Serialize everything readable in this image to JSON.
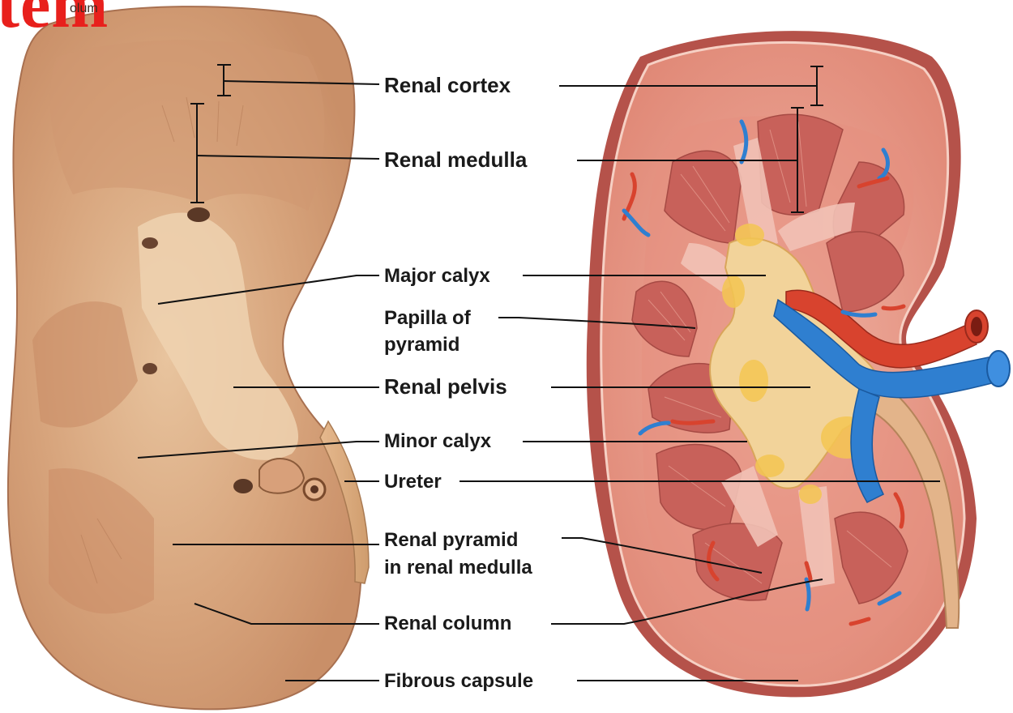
{
  "header": {
    "title_fragment": "tem",
    "cut_text_fragment": "olum"
  },
  "labels": {
    "renal_cortex": "Renal cortex",
    "renal_medulla": "Renal medulla",
    "major_calyx": "Major calyx",
    "papilla_line1": "Papilla of",
    "papilla_line2": "pyramid",
    "renal_pelvis": "Renal pelvis",
    "minor_calyx": "Minor calyx",
    "ureter": "Ureter",
    "renal_pyramid_line1": "Renal pyramid",
    "renal_pyramid_line2": "in renal medulla",
    "renal_column": "Renal column",
    "fibrous_capsule": "Fibrous capsule"
  },
  "colors": {
    "title_red": "#e8201c",
    "specimen_tan": "#d9a57f",
    "illustration_cortex": "#e79a8a",
    "pelvis_yellow": "#f2cf94",
    "artery_red": "#d8432e",
    "vein_blue": "#2f7fd0"
  }
}
